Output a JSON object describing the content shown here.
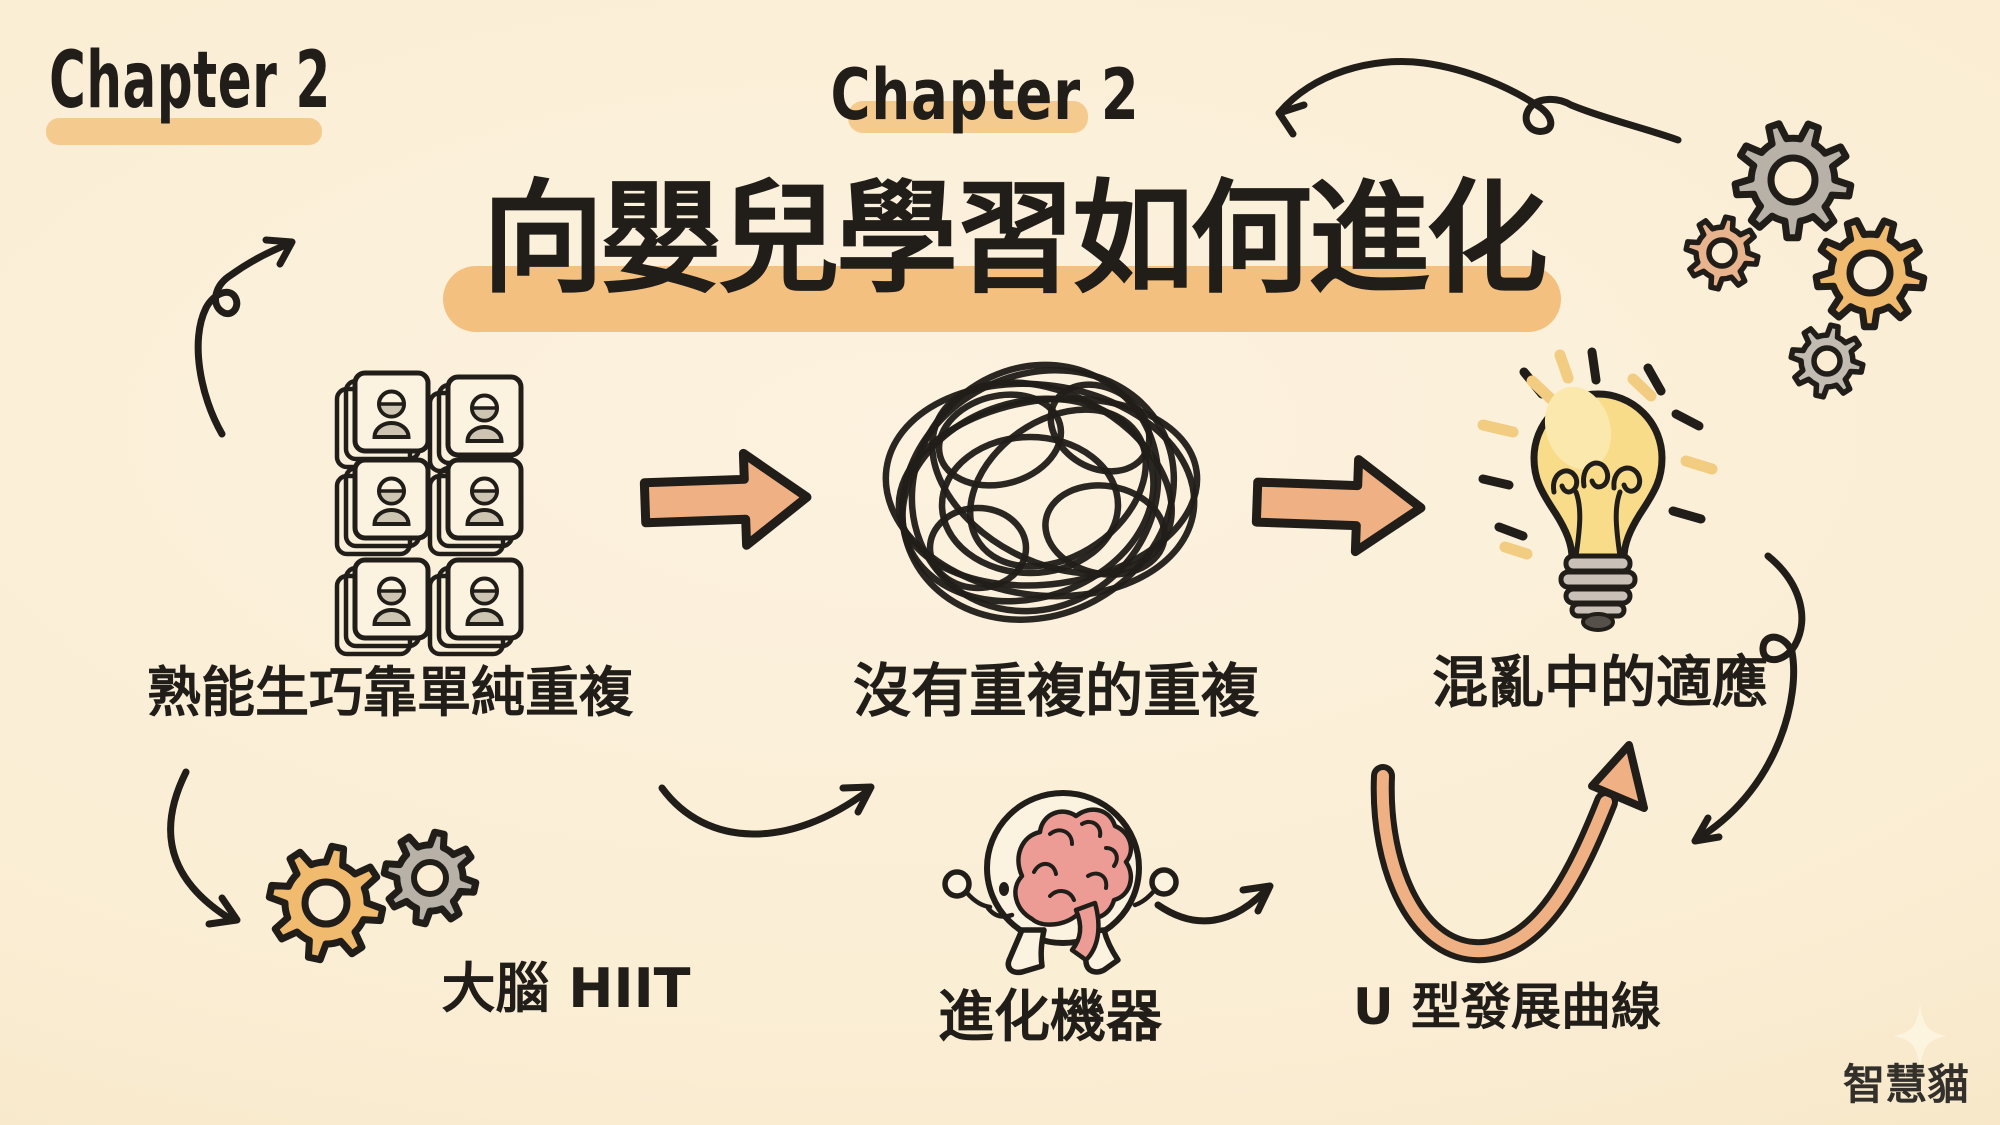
{
  "header": {
    "chapter_left": "Chapter 2",
    "chapter_center": "Chapter 2",
    "title": "向嬰兒學習如何進化"
  },
  "nodes": {
    "repetition": {
      "label": "熟能生巧靠單純重複"
    },
    "tangle": {
      "label": "沒有重複的重複"
    },
    "adaptation": {
      "label": "混亂中的適應"
    },
    "brain_hiit": {
      "label": "大腦 HIIT"
    },
    "evolution_machine": {
      "label": "進化機器"
    },
    "u_curve": {
      "label": "U 型發展曲線"
    }
  },
  "footer": {
    "watermark": "智慧貓"
  },
  "icons": [
    "photo-stack-icon",
    "scribble-tangle-icon",
    "lightbulb-icon",
    "gears-icon",
    "brain-character-icon",
    "u-curve-arrow-icon",
    "curved-arrow-icon",
    "block-arrow-icon",
    "sparkle-icon"
  ],
  "colors": {
    "bg": "#FAEDD3",
    "bg-light": "#FCF2DF",
    "bg-edge": "#F5E0BA",
    "ink": "#211E1A",
    "highlight": "#F5CA8E",
    "title-band": "#F3C07F",
    "arrow-orange": "#EFB183",
    "gear-gray": "#B7B1A8",
    "gear-gray-light": "#C1BBB2",
    "gear-orange": "#F0BA6F",
    "gear-tan": "#E8B48E",
    "bulb-yellow": "#F8DC8A",
    "bulb-shine": "#FBE8AC",
    "ray-yellow": "#F2CC80",
    "metal": "#C9C1B7",
    "metal-dark": "#56504A",
    "brain-pink": "#EC9C94",
    "card-fill": "#FCF2E0",
    "person-fill": "#CEC4B2",
    "watermark-ink": "#33302B",
    "sparkle": "#FCF4DE"
  }
}
